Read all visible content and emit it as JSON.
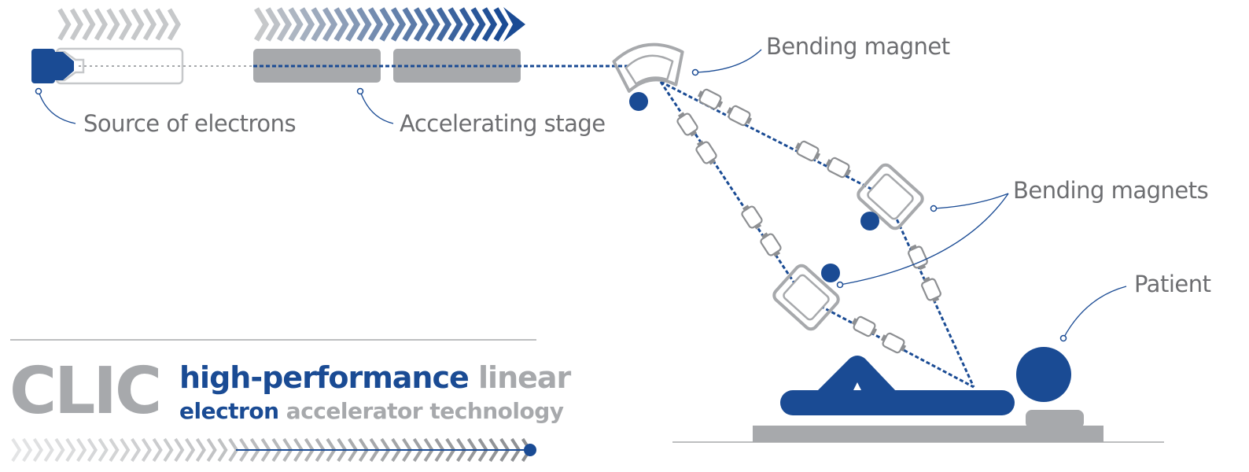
{
  "labels": {
    "source": "Source of electrons",
    "accelerating": "Accelerating stage",
    "bending_magnet": "Bending magnet",
    "bending_magnets": "Bending magnets",
    "patient": "Patient"
  },
  "brand": {
    "acronym": "CLIC",
    "line1_strong": "high-performance",
    "line1_light": "linear",
    "line2_strong": "electron",
    "line2_light": "accelerator technology"
  },
  "colors": {
    "blue": "#1a4b94",
    "grey": "#a7a9ac",
    "text": "#6d6e71"
  }
}
